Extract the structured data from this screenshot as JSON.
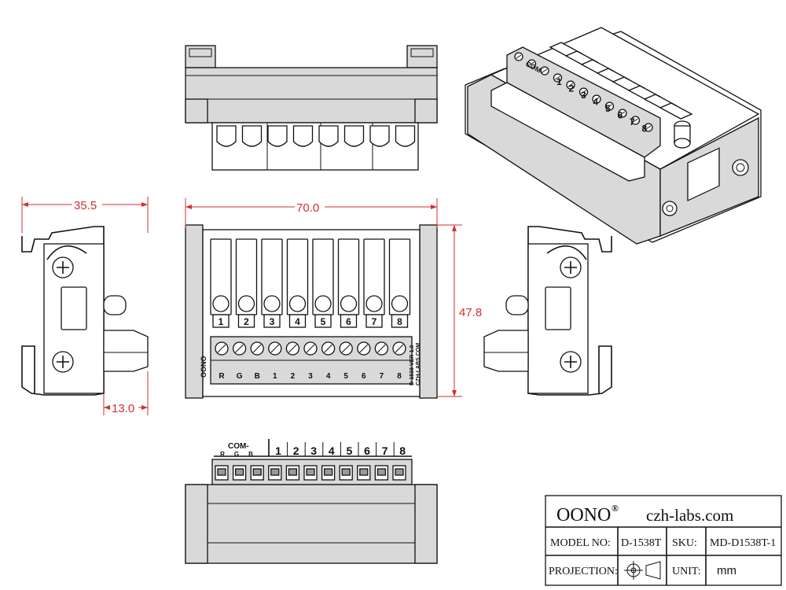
{
  "dimensions": {
    "depth": "35.5",
    "width": "70.0",
    "height": "47.8",
    "rail": "13.0"
  },
  "channels": [
    "1",
    "2",
    "3",
    "4",
    "5",
    "6",
    "7",
    "8"
  ],
  "front_terminals": [
    "R",
    "G",
    "B",
    "1",
    "2",
    "3",
    "4",
    "5",
    "6",
    "7",
    "8"
  ],
  "common": {
    "label": "COM-",
    "pins": [
      "R",
      "G",
      "B"
    ]
  },
  "pcb_text": {
    "line1": "D-1538 VER-1.0",
    "line2": "CZH-LABS.COM",
    "logo": "OONO"
  },
  "title_block": {
    "brand": "OONO",
    "brand_mark": "®",
    "website": "czh-labs.com",
    "model_label": "MODEL NO:",
    "model_value": "D-1538T",
    "sku_label": "SKU:",
    "sku_value": "MD-D1538T-1",
    "projection_label": "PROJECTION:",
    "unit_label": "UNIT:",
    "unit_value": "mm"
  },
  "colors": {
    "dimension": "#d32f2f",
    "line": "#111111",
    "fill": "#d9d9d9"
  }
}
